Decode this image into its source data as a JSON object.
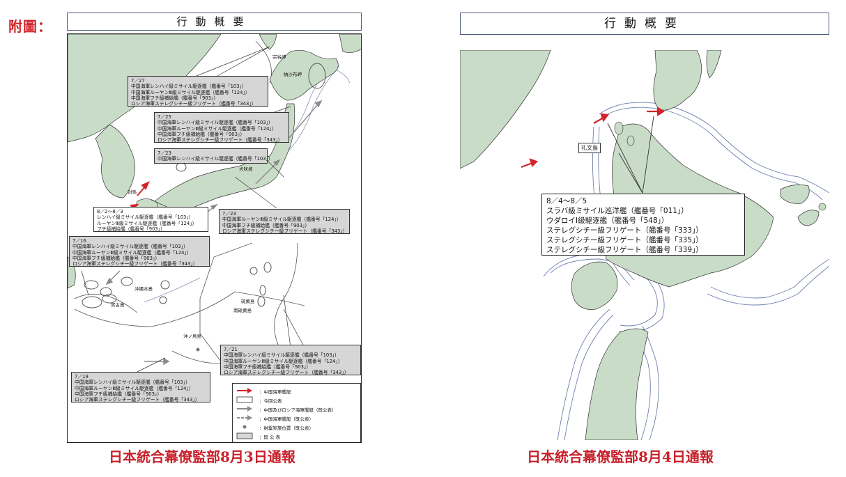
{
  "figure_label": "附圖：",
  "left": {
    "header": "行動概要",
    "caption": "日本統合幕僚監部8月3日通報",
    "places": {
      "soya": "宗谷岬",
      "nosappu": "納沙布岬",
      "tsushima": "対馬",
      "inubo": "犬吠埼",
      "okinawa": "沖縄本島",
      "miyako": "宮古島",
      "iwoto": "硫黄島",
      "minami_iwoto": "南硫黄島",
      "okinotori": "沖ノ鳥島"
    },
    "boxes": {
      "b727": {
        "date": "7／27",
        "lines": [
          "中国海軍レンハイ級ミサイル駆逐艦（艦番号「103」）",
          "中国海軍ルーヤンⅢ級ミサイル駆逐艦（艦番号「124」）",
          "中国海軍フチ級補給艦（艦番号「903」）",
          "ロシア海軍ステレグシチー級フリゲート（艦番号「343」）"
        ]
      },
      "b725": {
        "date": "7／25",
        "lines": [
          "中国海軍レンハイ級ミサイル駆逐艦（艦番号「103」）",
          "中国海軍ルーヤンⅢ級ミサイル駆逐艦（艦番号「124」）",
          "中国海軍フチ級補給艦（艦番号「903」）",
          "ロシア海軍ステレグシチー級フリゲート（艦番号「343」）"
        ]
      },
      "b723a": {
        "date": "7／23",
        "lines": [
          "中国海軍レンハイ級ミサイル駆逐艦（艦番号「103」）"
        ]
      },
      "b802": {
        "date": "8／2～8／3",
        "lines": [
          "レンハイ級ミサイル駆逐艦（艦番号「103」）",
          "ルーヤンⅢ級ミサイル駆逐艦（艦番号「124」）",
          "フチ級補給艦（艦番号「903」）"
        ]
      },
      "b723b": {
        "date": "7／23",
        "lines": [
          "中国海軍ルーヤンⅢ級ミサイル駆逐艦（艦番号「124」）",
          "中国海軍フチ級補給艦（艦番号「903」）",
          "ロシア海軍ステレグシチー級フリゲート（艦番号「343」）"
        ]
      },
      "b716": {
        "date": "7／16",
        "lines": [
          "中国海軍レンハイ級ミサイル駆逐艦（艦番号「103」）",
          "中国海軍ルーヤンⅢ級ミサイル駆逐艦（艦番号「124」）",
          "中国海軍フチ級補給艦（艦番号「903」）",
          "ロシア海軍ステレグシチー級フリゲート（艦番号「343」）"
        ]
      },
      "b721": {
        "date": "7／21",
        "lines": [
          "中国海軍レンハイ級ミサイル駆逐艦（艦番号「103」）",
          "中国海軍ルーヤンⅢ級ミサイル駆逐艦（艦番号「124」）",
          "中国海軍フチ級補給艦（艦番号「903」）",
          "ロシア海軍ステレグシチー級フリゲート（艦番号「343」）"
        ]
      },
      "b719": {
        "date": "7／19",
        "lines": [
          "中国海軍レンハイ級ミサイル駆逐艦（艦番号「103」）",
          "中国海軍ルーヤンⅢ級ミサイル駆逐艦（艦番号「124」）",
          "中国海軍フチ級補給艦（艦番号「903」）",
          "ロシア海軍ステレグシチー級フリゲート（艦番号「343」）"
        ]
      }
    },
    "legend": [
      {
        "symbol": "red-arrow",
        "text": "：中国海軍艦艇"
      },
      {
        "symbol": "white-box",
        "text": "：今回公表"
      },
      {
        "symbol": "grey-arrow",
        "text": "：中国及びロシア海軍艦艇（既公表）"
      },
      {
        "symbol": "dashed-grey-arrow",
        "text": "：中国海軍艦艇（既公表）"
      },
      {
        "symbol": "grey-dot",
        "text": "：射撃実施位置（既公表）"
      },
      {
        "symbol": "grey-box",
        "text": "：既 公 表"
      }
    ]
  },
  "right": {
    "header": "行動概要",
    "caption": "日本統合幕僚監部8月4日通報",
    "place": "礼文島",
    "box": {
      "date": "8／4～8／5",
      "lines": [
        "スラバ級ミサイル巡洋艦（艦番号「011」）",
        "ウダロイⅠ級駆逐艦（艦番号「548」）",
        "ステレグシチー級フリゲート（艦番号「333」）",
        "ステレグシチー級フリゲート（艦番号「335」）",
        "ステレグシチー級フリゲート（艦番号「339」）"
      ]
    }
  },
  "colors": {
    "land": "#c9dcc7",
    "sea": "#ffffff",
    "grey_box": "#d6d6d6",
    "red_arrow": "#d2232a",
    "grey_arrow": "#8a8a8a",
    "boundary": "#6f7fb0",
    "caption": "#c8202a"
  }
}
